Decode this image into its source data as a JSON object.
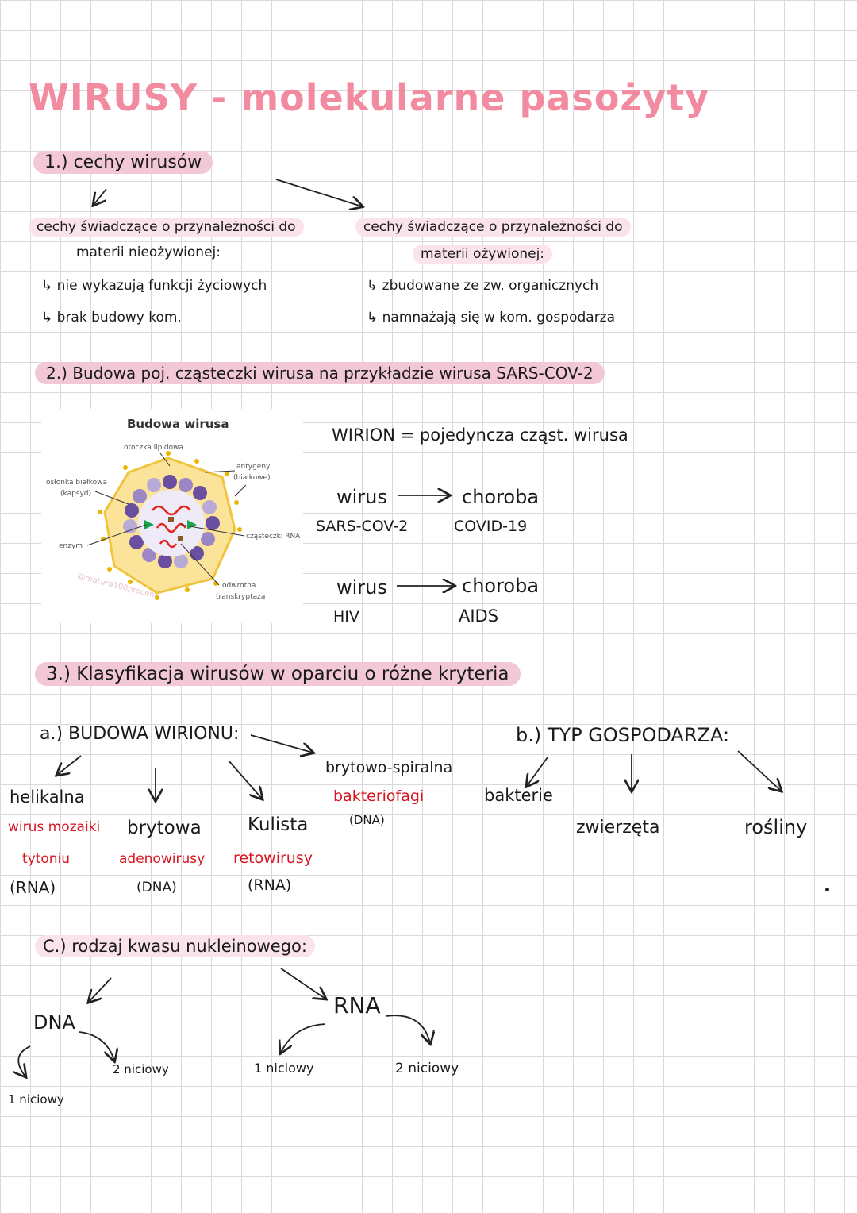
{
  "title": "WIRUSY - molekularne pasożyty",
  "section1": {
    "heading": "1.) cechy wirusów",
    "left_heading_1": "cechy świadczące o przynależności do",
    "left_heading_2": "materii nieożywionej:",
    "left_items": [
      "nie wykazują funkcji życiowych",
      "brak budowy kom."
    ],
    "right_heading_1": "cechy świadczące o przynależności do",
    "right_heading_2": "materii ożywionej:",
    "right_items": [
      "zbudowane ze zw. organicznych",
      "namnażają się w kom. gospodarza"
    ]
  },
  "section2": {
    "heading": "2.) Budowa poj. cząsteczki wirusa na przykładzie wirusa SARS-COV-2",
    "diagram": {
      "title": "Budowa wirusa",
      "labels": {
        "lipid": "otoczka lipidowa",
        "antigen_1": "antygeny",
        "antigen_2": "(białkowe)",
        "capsid_1": "osłonka białkowa",
        "capsid_2": "(kapsyd)",
        "enzyme": "enzym",
        "rna": "cząsteczki RNA",
        "rt_1": "odwrotna",
        "rt_2": "transkryptaza"
      },
      "watermark": "@matura100procent"
    },
    "wirion": "WIRION = pojedyncza cząst. wirusa",
    "pairs": [
      {
        "left": "wirus",
        "right": "choroba",
        "virus": "SARS-COV-2",
        "disease": "COVID-19"
      },
      {
        "left": "wirus",
        "right": "choroba",
        "virus": "HIV",
        "disease": "AIDS"
      }
    ]
  },
  "section3": {
    "heading": "3.) Klasyfikacja wirusów w oparciu o różne kryteria",
    "a": {
      "heading": "a.) BUDOWA WIRIONU:",
      "items": [
        {
          "name": "helikalna",
          "example_1": "wirus mozaiki",
          "example_2": "tytoniu",
          "acid": "(RNA)"
        },
        {
          "name": "brytowa",
          "example_1": "adenowirusy",
          "example_2": "",
          "acid": "(DNA)"
        },
        {
          "name": "Kulista",
          "example_1": "retowirusy",
          "example_2": "",
          "acid": "(RNA)"
        },
        {
          "name": "brytowo-spiralna",
          "example_1": "bakteriofagi",
          "example_2": "",
          "acid": "(DNA)"
        }
      ]
    },
    "b": {
      "heading": "b.) TYP GOSPODARZA:",
      "items": [
        "bakterie",
        "zwierzęta",
        "rośliny"
      ]
    },
    "c": {
      "heading": "C.) rodzaj kwasu nukleinowego:",
      "dna": "DNA",
      "rna": "RNA",
      "dna_items": [
        "1 niciowy",
        "2 niciowy"
      ],
      "rna_items": [
        "1 niciowy",
        "2 niciowy"
      ]
    }
  },
  "colors": {
    "title": "#f28aa0",
    "highlight": "#f2c7d6",
    "red": "#d8141e"
  }
}
